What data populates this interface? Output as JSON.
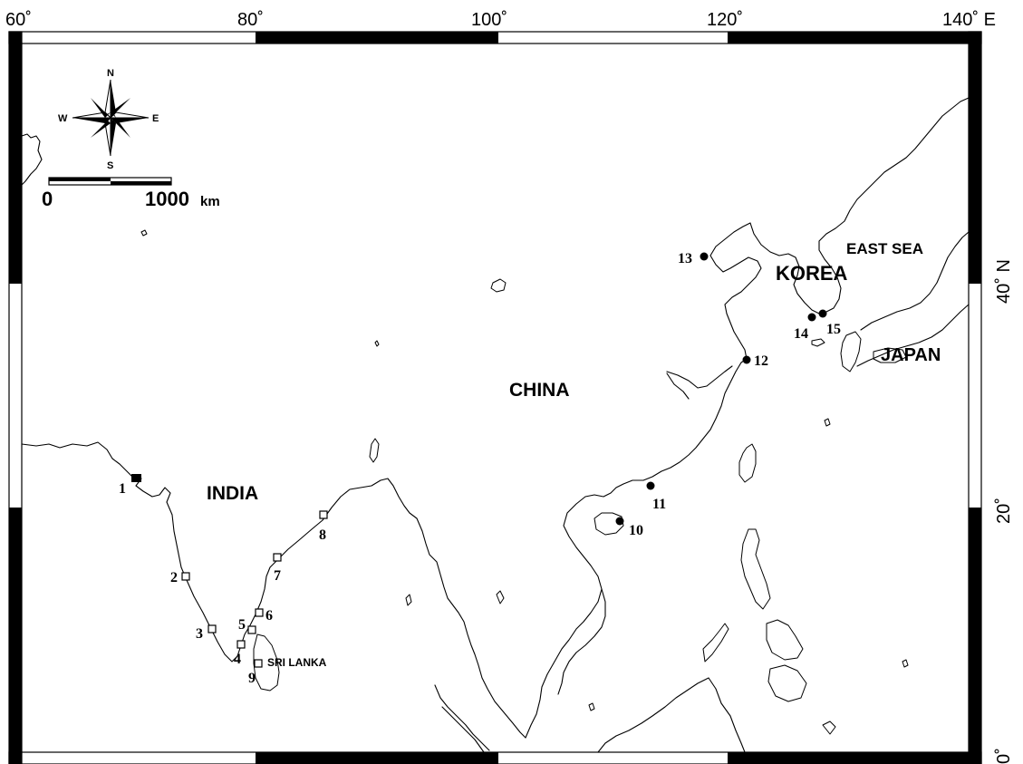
{
  "map": {
    "top_axis": {
      "labels": [
        "60˚",
        "80˚",
        "100˚",
        "120˚",
        "140˚ E"
      ]
    },
    "right_axis": {
      "labels": [
        "40˚ N",
        "20˚",
        "0˚"
      ]
    },
    "regions": {
      "india": "INDIA",
      "china": "CHINA",
      "korea": "KOREA",
      "japan": "JAPAN",
      "east_sea": "EAST SEA",
      "sri_lanka": "SRI LANKA"
    },
    "compass": {
      "icon": "compass-rose-icon",
      "north": "N",
      "south": "S",
      "east": "E",
      "west": "W"
    },
    "scale_bar": {
      "start": "0",
      "end": "1000",
      "unit": "km"
    },
    "legend_markers": {
      "open_square": "open-square-marker",
      "filled_circle": "filled-circle-marker"
    },
    "sites": [
      {
        "id": "1",
        "label": "1",
        "marker": "filled-square"
      },
      {
        "id": "2",
        "label": "2",
        "marker": "open-square"
      },
      {
        "id": "3",
        "label": "3",
        "marker": "open-square"
      },
      {
        "id": "4",
        "label": "4",
        "marker": "open-square"
      },
      {
        "id": "5",
        "label": "5",
        "marker": "open-square"
      },
      {
        "id": "6",
        "label": "6",
        "marker": "open-square"
      },
      {
        "id": "7",
        "label": "7",
        "marker": "open-square"
      },
      {
        "id": "8",
        "label": "8",
        "marker": "open-square"
      },
      {
        "id": "9",
        "label": "9",
        "marker": "open-square"
      },
      {
        "id": "10",
        "label": "10",
        "marker": "filled-circle"
      },
      {
        "id": "11",
        "label": "11",
        "marker": "filled-circle"
      },
      {
        "id": "12",
        "label": "12",
        "marker": "filled-circle"
      },
      {
        "id": "13",
        "label": "13",
        "marker": "filled-circle"
      },
      {
        "id": "14",
        "label": "14",
        "marker": "filled-circle"
      },
      {
        "id": "15",
        "label": "15",
        "marker": "filled-circle"
      }
    ]
  }
}
